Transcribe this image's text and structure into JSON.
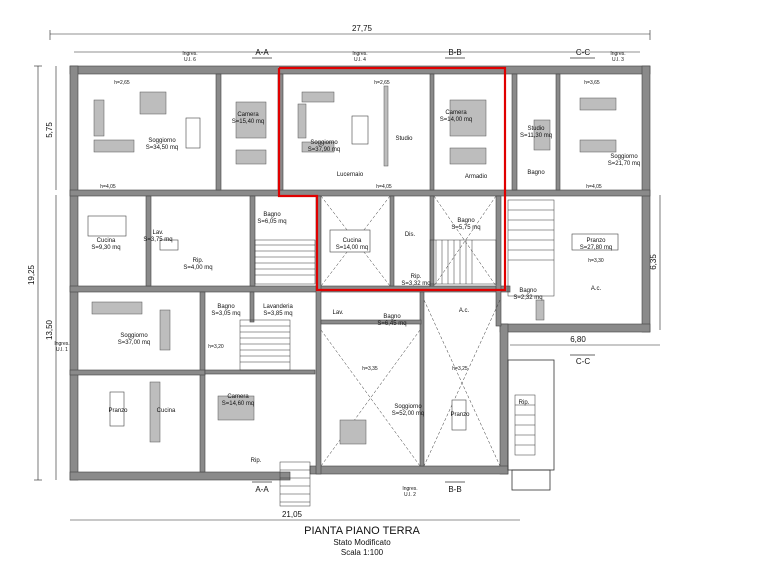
{
  "dimensions": {
    "top": "27,75",
    "bottom": "21,05",
    "left_total": "19,25",
    "left_upper": "5,75",
    "left_lower": "13,50",
    "right_upper": "6,35",
    "right_lower": "6,80"
  },
  "sections": {
    "aa_top": "A-A",
    "bb_top": "B-B",
    "cc_top": "C-C",
    "aa_bottom": "A-A",
    "bb_bottom": "B-B",
    "cc_right": "C-C"
  },
  "entrances": {
    "ui6": [
      "Ingres.",
      "U.I. 6"
    ],
    "ui4": [
      "Ingres.",
      "U.I. 4"
    ],
    "ui3": [
      "Ingres.",
      "U.I. 3"
    ],
    "ui1": [
      "Ingres.",
      "U.I. 1"
    ],
    "ui2": [
      "Ingres.",
      "U.I. 2"
    ]
  },
  "rooms": [
    {
      "id": "soggiorno-nw",
      "name": "Soggiorno",
      "area": "S=34,50 mq"
    },
    {
      "id": "camera-n1",
      "name": "Camera",
      "area": "S=15,40 mq"
    },
    {
      "id": "soggiorno-n",
      "name": "Soggiorno",
      "area": "S=37,90 mq"
    },
    {
      "id": "studio-n",
      "name": "Studio",
      "area": ""
    },
    {
      "id": "lucernaio",
      "name": "Lucernaio",
      "area": ""
    },
    {
      "id": "camera-n2",
      "name": "Camera",
      "area": "S=14,00 mq"
    },
    {
      "id": "armadio",
      "name": "Armadio",
      "area": ""
    },
    {
      "id": "studio-ne",
      "name": "Studio",
      "area": "S=11,30 mq"
    },
    {
      "id": "soggiorno-ne",
      "name": "Soggiorno",
      "area": "S=21,70 mq"
    },
    {
      "id": "bagno-ne",
      "name": "Bagno",
      "area": ""
    },
    {
      "id": "cucina-w",
      "name": "Cucina",
      "area": "S=9,30 mq"
    },
    {
      "id": "lav-w",
      "name": "Lav.",
      "area": "S=3,75 mq"
    },
    {
      "id": "rip-w",
      "name": "Rip.",
      "area": "S=4,00 mq"
    },
    {
      "id": "bagno-c1",
      "name": "Bagno",
      "area": "S=6,05 mq"
    },
    {
      "id": "cucina-c",
      "name": "Cucina",
      "area": "S=14,00 mq"
    },
    {
      "id": "dis",
      "name": "Dis.",
      "area": ""
    },
    {
      "id": "bagno-c2",
      "name": "Bagno",
      "area": "S=5,75 mq"
    },
    {
      "id": "rip-c",
      "name": "Rip.",
      "area": "S=3,32 mq"
    },
    {
      "id": "pranzo-e",
      "name": "Pranzo",
      "area": "S=27,80 mq"
    },
    {
      "id": "bagno-e",
      "name": "Bagno",
      "area": "S=2,32 mq"
    },
    {
      "id": "ac-e",
      "name": "A.c.",
      "area": ""
    },
    {
      "id": "soggiorno-sw",
      "name": "Soggiorno",
      "area": "S=37,00 mq"
    },
    {
      "id": "bagno-s",
      "name": "Bagno",
      "area": "S=3,05 mq"
    },
    {
      "id": "lavanderia",
      "name": "Lavanderia",
      "area": "S=3,85 mq"
    },
    {
      "id": "lav-s",
      "name": "Lav.",
      "area": ""
    },
    {
      "id": "bagno-s2",
      "name": "Bagno",
      "area": "S=6,45 mq"
    },
    {
      "id": "ac-s",
      "name": "A.c.",
      "area": ""
    },
    {
      "id": "pranzo-sw",
      "name": "Pranzo",
      "area": ""
    },
    {
      "id": "cucina-sw",
      "name": "Cucina",
      "area": ""
    },
    {
      "id": "camera-s",
      "name": "Camera",
      "area": "S=14,60 mq"
    },
    {
      "id": "soggiorno-s",
      "name": "Soggiorno",
      "area": "S=52,00 mq"
    },
    {
      "id": "pranzo-s",
      "name": "Pranzo",
      "area": ""
    },
    {
      "id": "rip-s",
      "name": "Rip.",
      "area": ""
    },
    {
      "id": "rip-se",
      "name": "Rip.",
      "area": ""
    }
  ],
  "heights": {
    "h1": "h=2,65",
    "h2": "h=2,65",
    "h3": "h=3,65",
    "h4": "h=4,05",
    "h5": "h=4,05",
    "h6": "h=4,05",
    "h7": "h=3,30",
    "h8": "h=3,20",
    "h9": "h=3,35",
    "h10": "h=3,25"
  },
  "title": {
    "main": "PIANTA PIANO TERRA",
    "sub1": "Stato Modificato",
    "sub2": "Scala 1:100"
  }
}
